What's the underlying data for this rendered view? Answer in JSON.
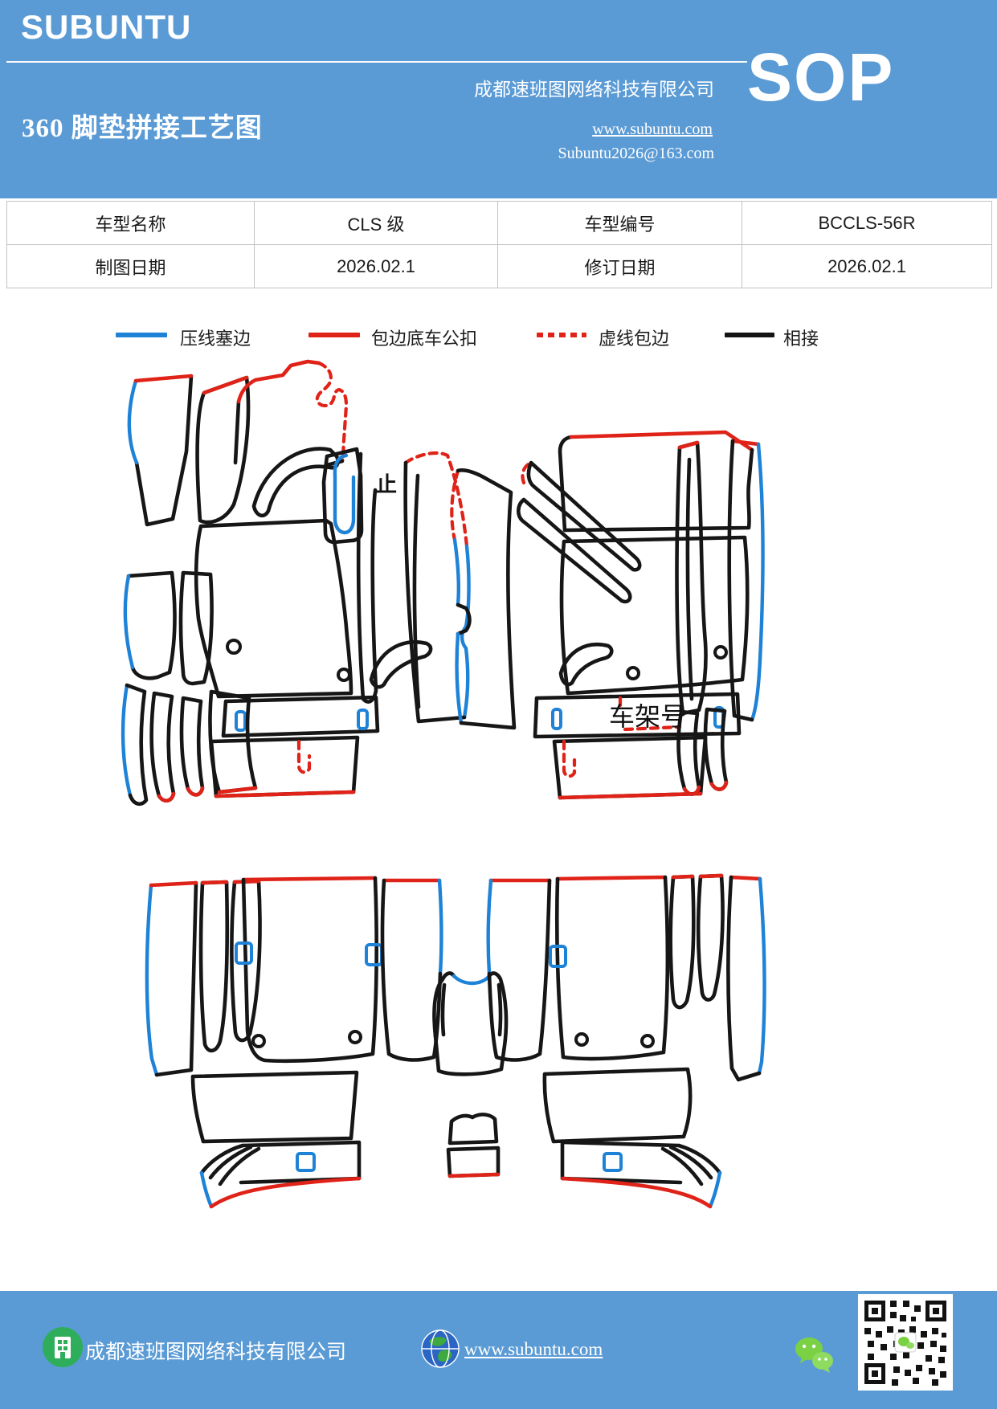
{
  "header": {
    "logo": "SUBUNTU",
    "title": "360 脚垫拼接工艺图",
    "company": "成都速班图网络科技有限公司",
    "website": "www.subuntu.com",
    "email": "Subuntu2026@163.com",
    "sop_label": "SOP"
  },
  "info_table": {
    "rows": [
      {
        "cells": [
          "车型名称",
          "CLS 级",
          "车型编号",
          "BCCLS-56R"
        ]
      },
      {
        "cells": [
          "制图日期",
          "2026.02.1",
          "修订日期",
          "2026.02.1"
        ]
      }
    ]
  },
  "legend": {
    "items": [
      {
        "label": "压线塞边",
        "color": "#1E82D6",
        "style": "solid"
      },
      {
        "label": "包边底车公扣",
        "color": "#E02318",
        "style": "solid"
      },
      {
        "label": "虚线包边",
        "color": "#E02318",
        "style": "dashed"
      },
      {
        "label": "相接",
        "color": "#141414",
        "style": "solid"
      }
    ]
  },
  "diagram": {
    "orientation_mark": "止",
    "vin_label": "车架号",
    "stroke_colors": {
      "press_edge_blue": "#1E82D6",
      "binding_red": "#E02318",
      "join_black": "#161616"
    }
  },
  "footer": {
    "company": "成都速班图网络科技有限公司",
    "website": "www.subuntu.com"
  }
}
